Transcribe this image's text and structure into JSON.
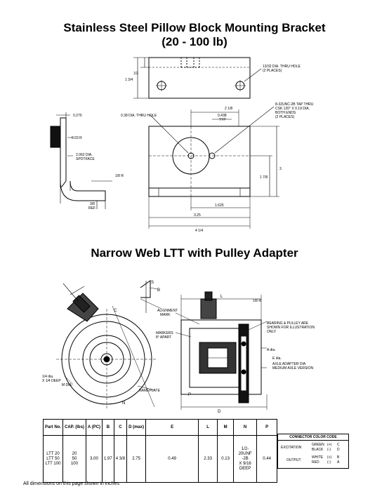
{
  "titles": {
    "top_line1": "Stainless Steel Pillow Block Mounting Bracket",
    "top_line2": "(20 - 100 lb)",
    "bottom": "Narrow Web LTT with Pulley Adapter"
  },
  "top_drawing": {
    "labels": {
      "h_1_2": "1/2",
      "h_1_3_4": "1 3/4",
      "thru_hole_top": "13/32 DIA. THRU HOLE",
      "two_places_top": "(2 PLACES)",
      "d_0_270": "0.270",
      "r_0_03": "0.03 R",
      "dia_spotface_1": "2.062 DIA.",
      "dia_spotface_2": "SPOTFACE",
      "r_1_8": "1/8 R",
      "d_3_8_1": "3/8",
      "d_3_8_2": "REF",
      "thru_hole_mid": "0.38 DIA. THRU HOLE",
      "d_2_1_8": "2 1/8",
      "d_0_438": "0.438",
      "typ": "TYP",
      "tap_1": "8-32UNC-2B TAP THRU",
      "tap_2": "CSK 120° X 0.19 DIA.",
      "tap_3": "BOTH ENDS",
      "tap_4": "(2 PLACES)",
      "h_3": "3",
      "h_1_7_8": "1 7/8",
      "w_1_625": "1.625",
      "w_3_25": "3.25",
      "w_4_1_4": "4 1/4"
    }
  },
  "bottom_drawing": {
    "labels": {
      "b": "B",
      "c": "C",
      "l": "L",
      "r_1_8": "1/8 R",
      "alignment_1": "ALIGNMENT",
      "alignment_2": "MARK",
      "markers_1": "MARKERS",
      "markers_2": "8° APART",
      "bearing_1": "BEARING & PULLEY ARE",
      "bearing_2": "SHOWN FOR ILLUSTRATION",
      "bearing_3": "ONLY",
      "a_dia": "A dia.",
      "e_dia": "E dia.",
      "axle_1": "AXLE ADAPTER DIA",
      "axle_2": "MEDIUM AXLE VERSION",
      "dia_1": "1/4 dia.",
      "dia_2": "X 1/4 DEEP",
      "m_dia": "M DIA.",
      "nameplate": "NAMEPLATE",
      "n": "N",
      "p": "P",
      "d": "D",
      "s": "S"
    }
  },
  "spec_table": {
    "headers": [
      "Part No.",
      "CAP. (lbs)",
      "A (PC)",
      "B",
      "C",
      "D (max)",
      "E",
      "L",
      "M",
      "N",
      "P"
    ],
    "row": {
      "part_no": [
        "LTT 20",
        "LTT 50",
        "LTT 100"
      ],
      "cap": [
        "20",
        "50",
        "100"
      ],
      "a": "3.00",
      "b": "1.97",
      "c": "4 3/8",
      "d": "2.75",
      "e": "0.49",
      "l": "2.33",
      "m": "0.13",
      "n": [
        "1/2-",
        "20UNF",
        "-2B",
        "X 9/16",
        "DEEP"
      ],
      "p": "0.44"
    }
  },
  "color_code": {
    "title": "CONNECTOR COLOR CODE",
    "excitation_label": "EXCITATION",
    "excitation": [
      {
        "color": "GREEN",
        "sign": "(+)",
        "pin": "C"
      },
      {
        "color": "BLACK",
        "sign": "(-)",
        "pin": "D"
      }
    ],
    "output_label": "OUTPUT",
    "output": [
      {
        "color": "WHITE",
        "sign": "(+)",
        "pin": "B"
      },
      {
        "color": "RED",
        "sign": "(-)",
        "pin": "A"
      }
    ]
  },
  "footer": "All dimensions on this page shown in inches"
}
